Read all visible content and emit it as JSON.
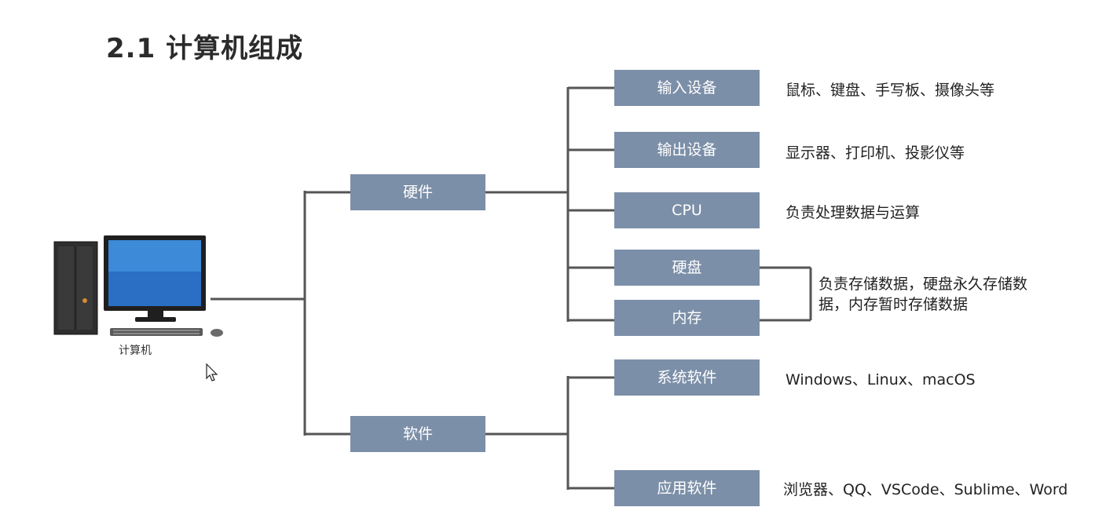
{
  "title": "2.1 计算机组成",
  "root": {
    "label": "计算机",
    "icon": "desktop-computer-icon"
  },
  "branches": {
    "hardware": "硬件",
    "software": "软件"
  },
  "hardware_items": [
    {
      "label": "输入设备",
      "desc": "鼠标、键盘、手写板、摄像头等"
    },
    {
      "label": "输出设备",
      "desc": "显示器、打印机、投影仪等"
    },
    {
      "label": "CPU",
      "desc": "负责处理数据与运算"
    },
    {
      "label": "硬盘"
    },
    {
      "label": "内存"
    }
  ],
  "storage_desc": "负责存储数据，硬盘永久存储数据，内存暂时存储数据",
  "software_items": [
    {
      "label": "系统软件",
      "desc": "Windows、Linux、macOS"
    },
    {
      "label": "应用软件",
      "desc": "浏览器、QQ、VSCode、Sublime、Word"
    }
  ],
  "colors": {
    "node_bg": "#7c8fa8",
    "line": "#555555",
    "title": "#2b2b2b"
  },
  "cursor_icon": "mouse-pointer-icon"
}
